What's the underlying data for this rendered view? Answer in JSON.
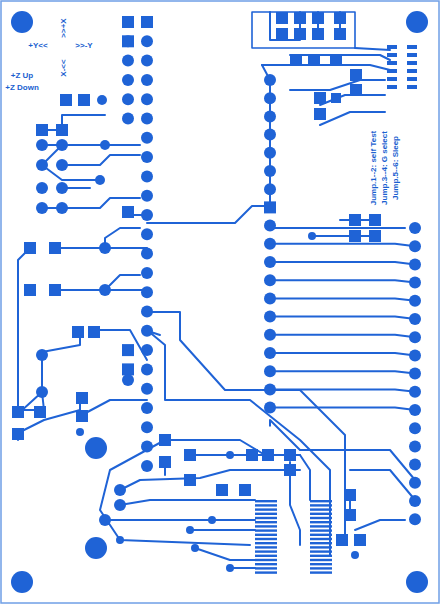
{
  "diagram": {
    "labels": [
      ">>+X",
      "X-<<",
      "+Y<<",
      ">>-Y",
      "+Z Up",
      "+Z Down",
      "Jump.1--2: self Test",
      "Jump.3--4: G select",
      "Jump.5--6: Sleep"
    ]
  }
}
